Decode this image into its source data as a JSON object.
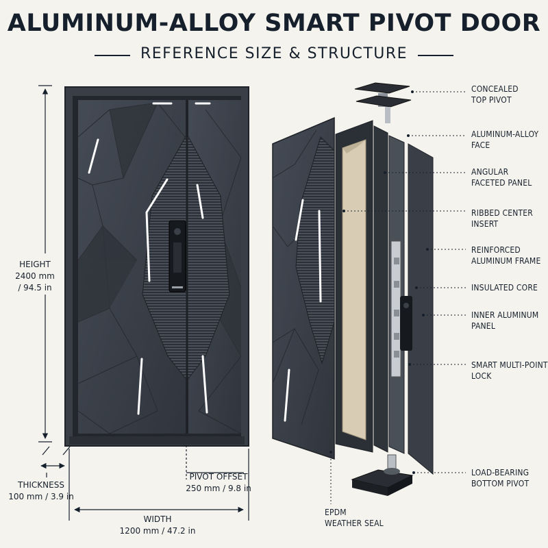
{
  "header": {
    "title": "ALUMINUM-ALLOY SMART PIVOT DOOR",
    "subtitle": "REFERENCE SIZE & STRUCTURE"
  },
  "dimensions": {
    "height_label": "HEIGHT",
    "height_mm": "2400 mm",
    "height_in": "/ 94.5 in",
    "thickness_label": "THICKNESS",
    "thickness_value": "100 mm / 3.9 in",
    "pivot_offset_label": "PIVOT OFFSET",
    "pivot_offset_value": "250 mm / 9.8 in",
    "width_label": "WIDTH",
    "width_value": "1200 mm / 47.2 in"
  },
  "components": [
    {
      "line1": "CONCEALED",
      "line2": "TOP PIVOT"
    },
    {
      "line1": "ALUMINUM-ALLOY",
      "line2": "FACE"
    },
    {
      "line1": "ANGULAR",
      "line2": "FACETED PANEL"
    },
    {
      "line1": "RIBBED CENTER",
      "line2": "INSERT"
    },
    {
      "line1": "REINFORCED",
      "line2": "ALUMINUM FRAME"
    },
    {
      "line1": "INSULATED CORE",
      "line2": ""
    },
    {
      "line1": "INNER ALUMINUM",
      "line2": "PANEL"
    },
    {
      "line1": "SMART MULTI-POINT",
      "line2": "LOCK"
    },
    {
      "line1": "LOAD-BEARING",
      "line2": "BOTTOM PIVOT"
    }
  ],
  "seal": {
    "line1": "EPDM",
    "line2": "WEATHER SEAL"
  },
  "colors": {
    "background": "#f5f3ee",
    "ink": "#16202c",
    "door_dark": "#2e333b",
    "door_mid": "#3d434c",
    "accent_light": "#ffffff",
    "core": "#d8ccb4"
  }
}
